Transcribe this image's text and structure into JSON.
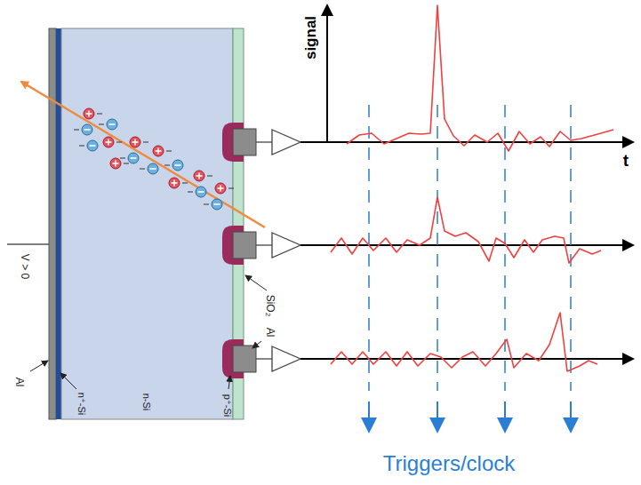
{
  "diagram": {
    "labels": [
      "V > 0",
      "Al",
      "n⁺-Si",
      "n-Si",
      "p⁺-Si",
      "SiO₂",
      "Al",
      "signal",
      "t",
      "Triggers/clock"
    ]
  }
}
